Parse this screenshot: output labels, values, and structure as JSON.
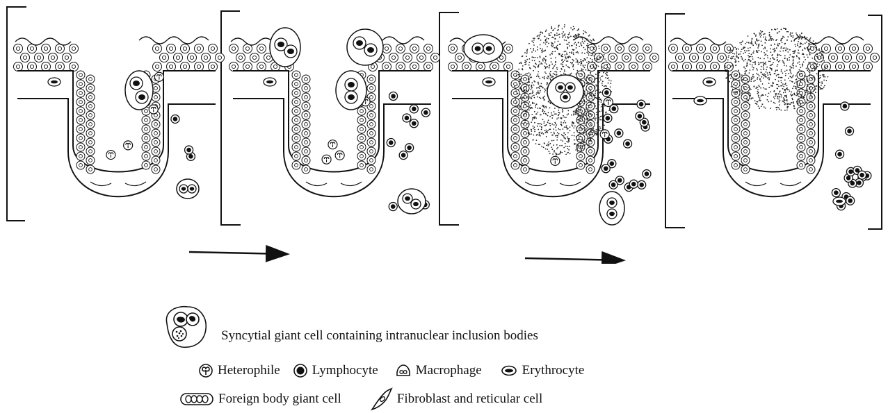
{
  "legend": {
    "syncytial": "Syncytial giant cell containing intranuclear inclusion bodies",
    "heterophile": "Heterophile",
    "lymphocyte": "Lymphocyte",
    "macrophage": "Macrophage",
    "erythrocyte": "Erythrocyte",
    "foreign_body": "Foreign body giant cell",
    "fibroblast": "Fibroblast and reticular cell"
  },
  "stages": 4,
  "arrows": 2,
  "icons": [
    "syncytial-giant-cell-icon",
    "heterophile-icon",
    "lymphocyte-icon",
    "macrophage-icon",
    "erythrocyte-icon",
    "foreign-body-giant-cell-icon",
    "fibroblast-icon"
  ]
}
